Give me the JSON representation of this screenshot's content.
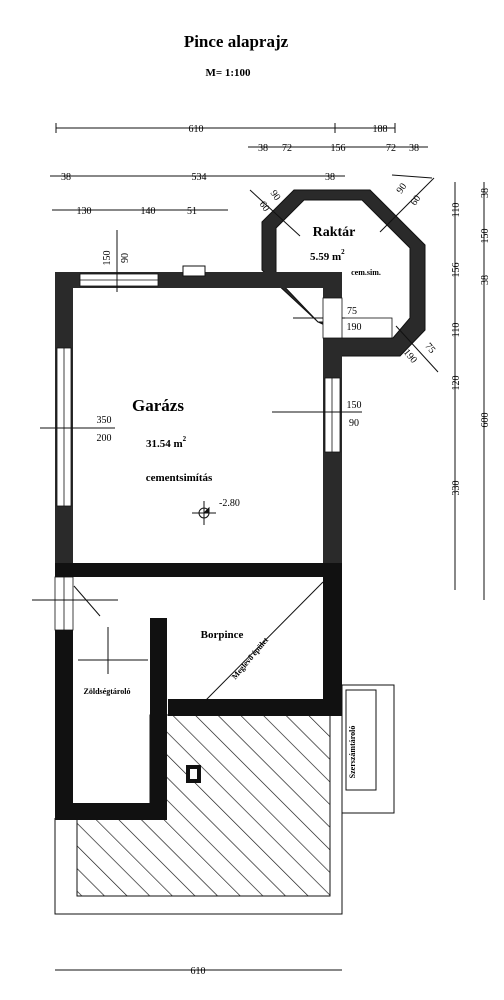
{
  "header": {
    "title": "Pince alaprajz",
    "scale": "M= 1:100"
  },
  "dimensions": {
    "top_row1": [
      "610",
      "188"
    ],
    "top_row2": [
      "38",
      "72",
      "156",
      "72",
      "38"
    ],
    "top_row3": [
      "38",
      "534",
      "38"
    ],
    "top_row4": [
      "130",
      "140",
      "51"
    ],
    "right_col1": [
      "38",
      "150",
      "38",
      "156",
      "110",
      "120",
      "330"
    ],
    "right_col1_top": "110",
    "right_total": "600",
    "storage_octagon": [
      "90",
      "60",
      "90",
      "60"
    ],
    "storage_opening": [
      "75",
      "190"
    ],
    "storage_corner": [
      "75",
      "190"
    ],
    "garage_left_window": [
      "350",
      "200"
    ],
    "garage_right_window": [
      "150",
      "90"
    ],
    "garage_top_window": [
      "150",
      "90"
    ],
    "bottom_total": "610"
  },
  "rooms": {
    "garage": {
      "name": "Garázs",
      "area": "31.54 m",
      "area_sup": "2",
      "finish": "cementsimítás"
    },
    "storage": {
      "name": "Raktár",
      "area": "5.59  m",
      "area_sup": "2",
      "finish": "cem.sim."
    },
    "wine_cellar": {
      "name": "Borpince"
    },
    "existing": {
      "name": "Meglévő épület"
    },
    "vegetable": {
      "name": "Zöldségtároló"
    },
    "tool_storage": {
      "name": "Szerszámtároló"
    }
  },
  "level_mark": "-2.80"
}
